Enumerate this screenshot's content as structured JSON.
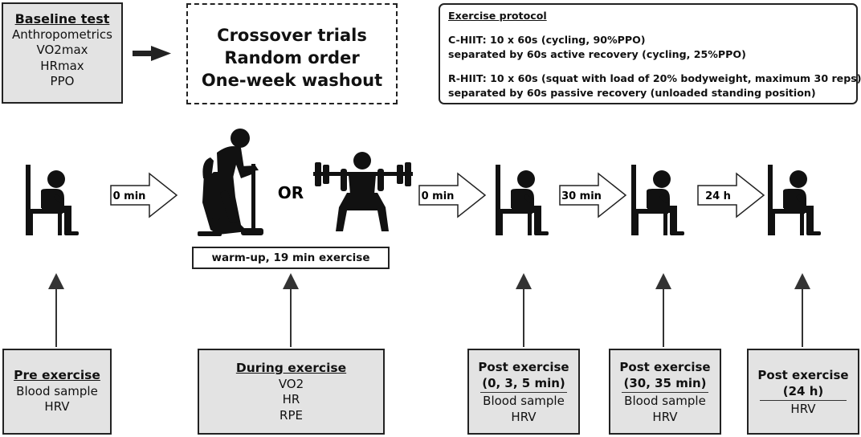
{
  "baseline": {
    "title": "Baseline test",
    "items": [
      "Anthropometrics",
      "VO2max",
      "HRmax",
      "PPO"
    ]
  },
  "crossover": {
    "lines": [
      "Crossover trials",
      "Random order",
      "One-week washout"
    ]
  },
  "protocol": {
    "title": "Exercise protocol",
    "chiit": [
      "C-HIIT: 10 x 60s (cycling, 90%PPO)",
      "separated by 60s active recovery (cycling, 25%PPO)"
    ],
    "rhiit": [
      "R-HIIT: 10 x 60s (squat with load of 20% bodyweight, maximum 30 reps)",
      "separated by 60s passive recovery (unloaded standing position)"
    ]
  },
  "flow": {
    "or_label": "OR",
    "arrow1": "0 min",
    "arrow2": "0 min",
    "arrow3": "30 min",
    "arrow4": "24 h",
    "warmup": "warm-up, 19 min exercise"
  },
  "boxes": {
    "pre": {
      "title": "Pre exercise",
      "items": [
        "Blood sample",
        "HRV"
      ]
    },
    "during": {
      "title": "During exercise",
      "items": [
        "VO2",
        "HR",
        "RPE"
      ]
    },
    "post1": {
      "title1": "Post exercise",
      "title2": "(0, 3, 5 min)",
      "items": [
        "Blood sample",
        "HRV"
      ]
    },
    "post2": {
      "title1": "Post exercise",
      "title2": "(30, 35 min)",
      "items": [
        "Blood sample",
        "HRV"
      ]
    },
    "post3": {
      "title1": "Post exercise",
      "title2": "(24 h)",
      "items": [
        "HRV"
      ]
    }
  },
  "colors": {
    "box_fill": "#e3e3e3",
    "ink": "#111111"
  }
}
